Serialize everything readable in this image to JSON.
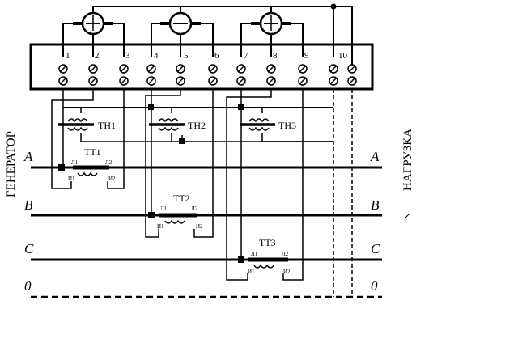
{
  "terminals": [
    "1",
    "2",
    "3",
    "4",
    "5",
    "6",
    "7",
    "8",
    "9",
    "10"
  ],
  "voltage_transformers": [
    "TH1",
    "TH2",
    "TH3"
  ],
  "current_transformers": [
    "TT1",
    "TT2",
    "TT3"
  ],
  "ct_terminals": {
    "primary_start": "Л1",
    "primary_end": "Л2",
    "secondary_start": "И1",
    "secondary_end": "И2"
  },
  "phases": [
    "A",
    "B",
    "C",
    "0"
  ],
  "sides": {
    "left": "ГЕНЕРАТОР",
    "right": "НАГРУЗКА"
  }
}
